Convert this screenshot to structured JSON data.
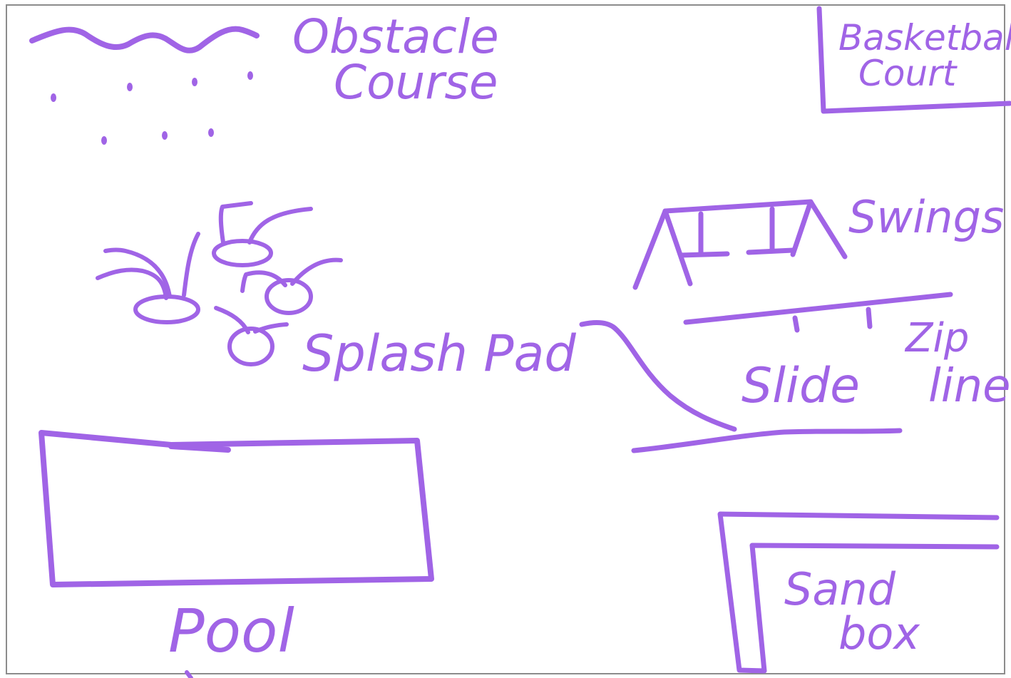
{
  "colors": {
    "ink": "#a064e6",
    "ink_dark": "#8f4fd8",
    "frame": "#8c8c8c",
    "background": "#ffffff"
  },
  "labels": {
    "obstacle_course_line1": "Obstacle",
    "obstacle_course_line2": "Course",
    "basketball_court_line1": "Basketball",
    "basketball_court_line2": "Court",
    "swings": "Swings",
    "splash_pad": "Splash Pad",
    "slide": "Slide",
    "zip_line_line1": "Zip",
    "zip_line_line2": "line",
    "pool": "Pool",
    "sand_box_line1": "Sand",
    "sand_box_line2": "box"
  }
}
